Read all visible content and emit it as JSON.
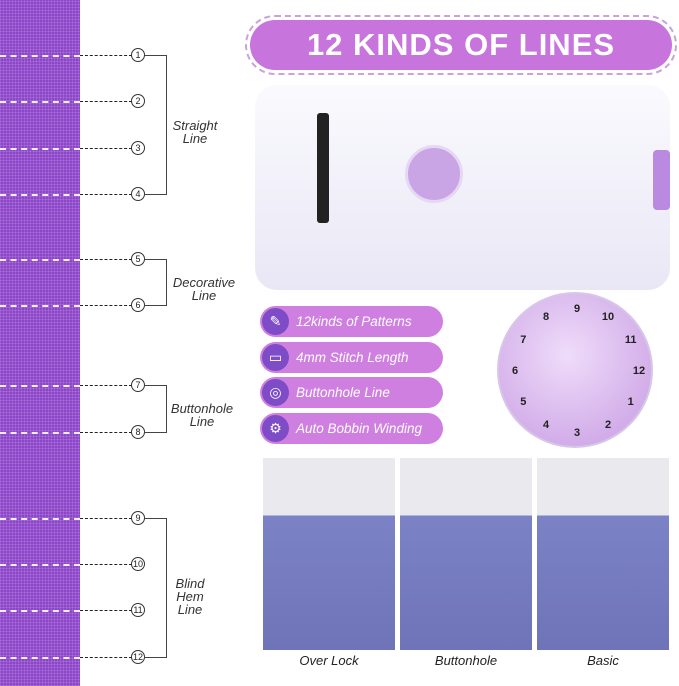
{
  "title": "12 KINDS OF LINES",
  "stitch_numbers": [
    "1",
    "2",
    "3",
    "4",
    "5",
    "6",
    "7",
    "8",
    "9",
    "10",
    "11",
    "12"
  ],
  "groups": [
    {
      "line1": "Straight",
      "line2": "Line"
    },
    {
      "line1": "Decorative",
      "line2": "Line"
    },
    {
      "line1": "Buttonhole",
      "line2": "Line"
    },
    {
      "line1": "Blind",
      "line2": "Hem",
      "line3": "Line"
    }
  ],
  "features": [
    {
      "icon": "needle-thread-icon",
      "label": "12kinds of Patterns"
    },
    {
      "icon": "ruler-icon",
      "label": "4mm Stitch Length"
    },
    {
      "icon": "button-icon",
      "label": "Buttonhole Line"
    },
    {
      "icon": "bobbin-winder-icon",
      "label": "Auto Bobbin Winding"
    }
  ],
  "dial_numbers": [
    "1",
    "2",
    "3",
    "4",
    "5",
    "6",
    "7",
    "8",
    "9",
    "10",
    "11",
    "12"
  ],
  "photos": [
    {
      "caption": "Over Lock"
    },
    {
      "caption": "Buttonhole"
    },
    {
      "caption": "Basic"
    }
  ],
  "colors": {
    "fabric": "#8d45c9",
    "accent": "#c774dc",
    "icon_bg": "#7e4cc6"
  }
}
